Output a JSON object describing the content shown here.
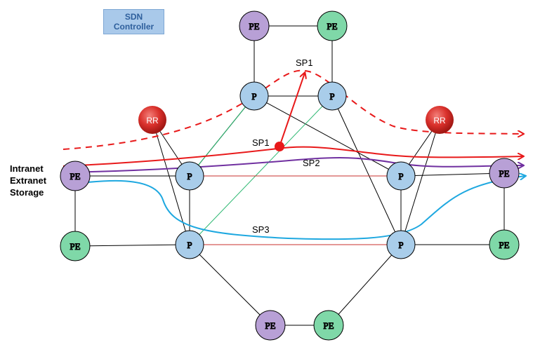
{
  "controller": {
    "line1": "SDN",
    "line2": "Controller"
  },
  "services": [
    "Intranet",
    "Extranet",
    "Storage"
  ],
  "node_labels": {
    "pe": "PE",
    "p": "P",
    "rr": "RR"
  },
  "path_labels": {
    "sp1_top": "SP1",
    "sp1": "SP1",
    "sp2": "SP2",
    "sp3": "SP3"
  },
  "colors": {
    "pe_purple": "#b8a0d6",
    "pe_green": "#7fd8a8",
    "p_blue": "#a9cdea",
    "rr_red": "#d9302b",
    "sp1": "#e8191a",
    "sp2": "#7030a0",
    "sp3": "#1ea8e0",
    "cross_link_green": "#2eb872",
    "red_link": "#c9302c"
  }
}
